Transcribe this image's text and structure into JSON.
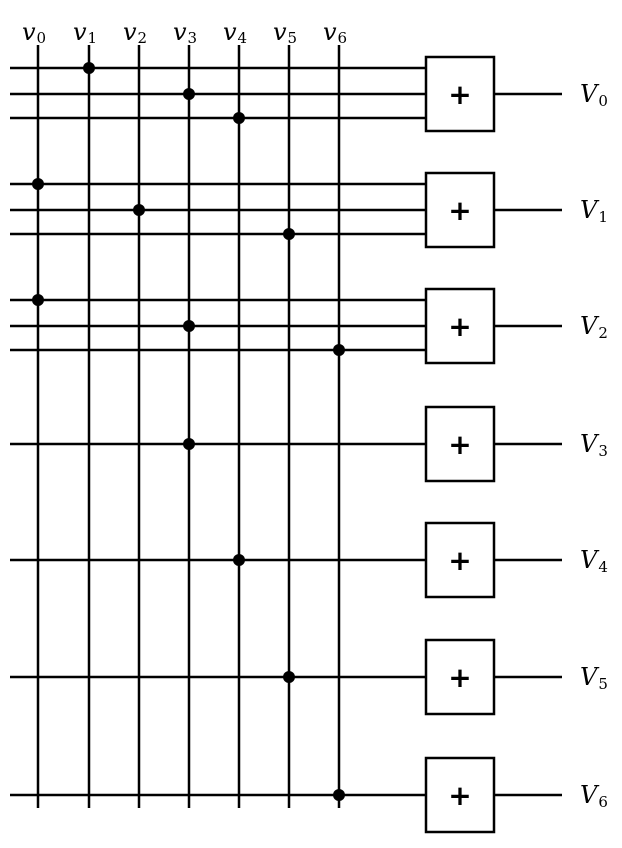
{
  "inputs": [
    {
      "letter": "v",
      "sub": "0"
    },
    {
      "letter": "v",
      "sub": "1"
    },
    {
      "letter": "v",
      "sub": "2"
    },
    {
      "letter": "v",
      "sub": "3"
    },
    {
      "letter": "v",
      "sub": "4"
    },
    {
      "letter": "v",
      "sub": "5"
    },
    {
      "letter": "v",
      "sub": "6"
    }
  ],
  "outputs": [
    {
      "letter": "V",
      "sub": "0",
      "adder": "+",
      "taps": [
        1,
        3,
        4
      ]
    },
    {
      "letter": "V",
      "sub": "1",
      "adder": "+",
      "taps": [
        0,
        2,
        5
      ]
    },
    {
      "letter": "V",
      "sub": "2",
      "adder": "+",
      "taps": [
        0,
        3,
        6
      ]
    },
    {
      "letter": "V",
      "sub": "3",
      "adder": "+",
      "taps": [
        3
      ]
    },
    {
      "letter": "V",
      "sub": "4",
      "adder": "+",
      "taps": [
        4
      ]
    },
    {
      "letter": "V",
      "sub": "5",
      "adder": "+",
      "taps": [
        5
      ]
    },
    {
      "letter": "V",
      "sub": "6",
      "adder": "+",
      "taps": [
        6
      ]
    }
  ]
}
